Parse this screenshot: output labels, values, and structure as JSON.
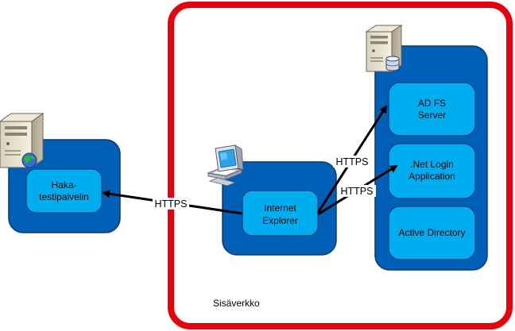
{
  "diagram": {
    "network_label": "Sisäverkko",
    "nodes": {
      "haka": {
        "line1": "Haka-",
        "line2": "testipalvelin"
      },
      "ie": {
        "line1": "Internet",
        "line2": "Explorer"
      },
      "adfs": {
        "line1": "AD FS",
        "line2": "Server"
      },
      "netlogin": {
        "line1": ".Net Login",
        "line2": "Application"
      },
      "ad": {
        "line1": "Active Directory"
      }
    },
    "edges": {
      "ie_to_haka": "HTTPS",
      "ie_to_adfs": "HTTPS",
      "ie_to_netlogin": "HTTPS"
    },
    "icons": [
      "server-icon",
      "globe-icon",
      "computer-icon",
      "database-icon"
    ]
  },
  "colors": {
    "red_border": "#e8000b",
    "blue_group": "#0060b8",
    "cyan_node": "#00aeef",
    "group_stroke": "#003a78"
  }
}
